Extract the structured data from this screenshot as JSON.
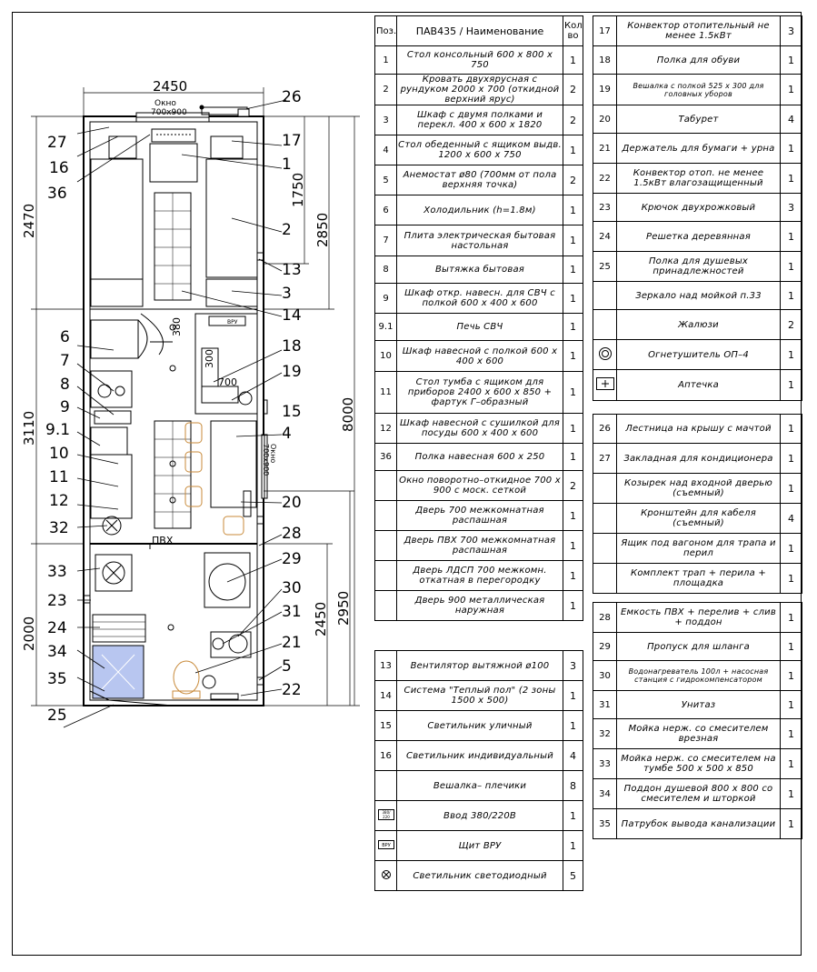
{
  "plan": {
    "dims": {
      "top_width": "2450",
      "left_upper": "2470",
      "left_middle": "3110",
      "left_lower": "2000",
      "right_1750": "1750",
      "right_2850": "2850",
      "right_8000": "8000",
      "right_2450": "2450",
      "right_2950": "2950",
      "inner_380": "380",
      "inner_300": "300",
      "inner_700": "700"
    },
    "window_top": [
      "Окно",
      "700х900"
    ],
    "window_right": [
      "Окно",
      "700х900"
    ],
    "pvh_label": "ПВХ",
    "vru_label": "ВРУ",
    "callouts_left": [
      "27",
      "16",
      "36",
      "6",
      "7",
      "8",
      "9",
      "9.1",
      "10",
      "11",
      "12",
      "32",
      "33",
      "23",
      "24",
      "34",
      "35",
      "25"
    ],
    "callouts_right": [
      "26",
      "17",
      "1",
      "2",
      "13",
      "3",
      "14",
      "18",
      "19",
      "15",
      "4",
      "20",
      "28",
      "29",
      "30",
      "31",
      "21",
      "5",
      "22"
    ]
  },
  "table1": {
    "header": {
      "pos": "Поз.",
      "name": "ПАВ435 / Наименование",
      "qty": "Кол–во"
    },
    "rows": [
      {
        "pos": "1",
        "name": "Стол консольный 600 х 800 х 750",
        "qty": "1"
      },
      {
        "pos": "2",
        "name": "Кровать двухярусная с рундуком 2000 х 700 (откидной верхний ярус)",
        "qty": "2"
      },
      {
        "pos": "3",
        "name": "Шкаф с двумя полками и перекл. 400 х 600 х 1820",
        "qty": "2"
      },
      {
        "pos": "4",
        "name": "Стол обеденный с ящиком выдв. 1200 х 600 х 750",
        "qty": "1"
      },
      {
        "pos": "5",
        "name": "Анемостат ø80 (700мм от пола верхняя точка)",
        "qty": "2"
      },
      {
        "pos": "6",
        "name": "Холодильник (h=1.8м)",
        "qty": "1"
      },
      {
        "pos": "7",
        "name": "Плита электрическая бытовая настольная",
        "qty": "1"
      },
      {
        "pos": "8",
        "name": "Вытяжка бытовая",
        "qty": "1"
      },
      {
        "pos": "9",
        "name": "Шкаф откр. навесн. для СВЧ с полкой 600 х 400 х 600",
        "qty": "1"
      },
      {
        "pos": "9.1",
        "name": "Печь СВЧ",
        "qty": "1"
      },
      {
        "pos": "10",
        "name": "Шкаф навесной с полкой 600 х 400 х 600",
        "qty": "1"
      },
      {
        "pos": "11",
        "name": "Стол тумба с ящиком для приборов 2400 х 600 х 850 + фартук Г–образный",
        "qty": "1"
      },
      {
        "pos": "12",
        "name": "Шкаф навесной с сушилкой для посуды 600 х 400 х 600",
        "qty": "1"
      },
      {
        "pos": "36",
        "name": "Полка навесная 600 х 250",
        "qty": "1"
      },
      {
        "pos": "",
        "name": "Окно поворотно–откидное 700 х 900 с моск. сеткой",
        "qty": "2"
      },
      {
        "pos": "",
        "name": "Дверь 700 межкомнатная распашная",
        "qty": "1"
      },
      {
        "pos": "",
        "name": "Дверь ПВХ 700 межкомнатная распашная",
        "qty": "1"
      },
      {
        "pos": "",
        "name": "Дверь ЛДСП 700 межкомн. откатная в перегородку",
        "qty": "1"
      },
      {
        "pos": "",
        "name": "Дверь 900 металлическая наружная",
        "qty": "1"
      }
    ]
  },
  "table2": {
    "rows": [
      {
        "pos": "13",
        "name": "Вентилятор вытяжной ø100",
        "qty": "3"
      },
      {
        "pos": "14",
        "name": "Система \"Теплый пол\" (2 зоны 1500 х 500)",
        "qty": "1"
      },
      {
        "pos": "15",
        "name": "Светильник уличный",
        "qty": "1"
      },
      {
        "pos": "16",
        "name": "Светильник индивидуальный",
        "qty": "4"
      },
      {
        "pos": "",
        "name": "Вешалка– плечики",
        "qty": "8"
      },
      {
        "pos": "380/220",
        "name": "Ввод 380/220В",
        "qty": "1",
        "icon": "input-panel-icon"
      },
      {
        "pos": "ВРУ",
        "name": "Щит ВРУ",
        "qty": "1",
        "icon": "vru-panel-icon"
      },
      {
        "pos": "",
        "name": "Светильник светодиодный",
        "qty": "5",
        "icon": "led-light-icon"
      }
    ]
  },
  "table3": {
    "rows": [
      {
        "pos": "17",
        "name": "Конвектор отопительный не менее 1.5кВт",
        "qty": "3"
      },
      {
        "pos": "18",
        "name": "Полка для обуви",
        "qty": "1"
      },
      {
        "pos": "19",
        "name": "Вешалка с полкой 525 х 300 для головных уборов",
        "qty": "1",
        "small": true
      },
      {
        "pos": "20",
        "name": "Табурет",
        "qty": "4"
      },
      {
        "pos": "21",
        "name": "Держатель для бумаги + урна",
        "qty": "1"
      },
      {
        "pos": "22",
        "name": "Конвектор отоп. не менее 1.5кВт влагозащищенный",
        "qty": "1"
      },
      {
        "pos": "23",
        "name": "Крючок двухрожковый",
        "qty": "3"
      },
      {
        "pos": "24",
        "name": "Решетка деревянная",
        "qty": "1"
      },
      {
        "pos": "25",
        "name": "Полка для душевых принадлежностей",
        "qty": "1"
      },
      {
        "pos": "",
        "name": "Зеркало над мойкой п.33",
        "qty": "1"
      },
      {
        "pos": "",
        "name": "Жалюзи",
        "qty": "2"
      },
      {
        "pos": "",
        "name": "Огнетушитель ОП–4",
        "qty": "1",
        "icon": "extinguisher-icon"
      },
      {
        "pos": "",
        "name": "Аптечка",
        "qty": "1",
        "icon": "first-aid-icon"
      }
    ]
  },
  "table4": {
    "rows": [
      {
        "pos": "26",
        "name": "Лестница на крышу с мачтой",
        "qty": "1"
      },
      {
        "pos": "27",
        "name": "Закладная для кондиционера",
        "qty": "1"
      },
      {
        "pos": "",
        "name": "Козырек над входной дверью (съемный)",
        "qty": "1"
      },
      {
        "pos": "",
        "name": "Кронштейн для кабеля (съемный)",
        "qty": "4"
      },
      {
        "pos": "",
        "name": "Ящик под вагоном для трапа и перил",
        "qty": "1"
      },
      {
        "pos": "",
        "name": "Комплект трап + перила + площадка",
        "qty": "1"
      }
    ]
  },
  "table5": {
    "rows": [
      {
        "pos": "28",
        "name": "Емкость ПВХ + перелив + слив + поддон",
        "qty": "1"
      },
      {
        "pos": "29",
        "name": "Пропуск для шланга",
        "qty": "1"
      },
      {
        "pos": "30",
        "name": "Водонагреватель 100л + насосная станция с гидрокомпенсатором",
        "qty": "1",
        "small": true
      },
      {
        "pos": "31",
        "name": "Унитаз",
        "qty": "1"
      },
      {
        "pos": "32",
        "name": "Мойка нерж. со смесителем врезная",
        "qty": "1"
      },
      {
        "pos": "33",
        "name": "Мойка нерж. со смесителем на тумбе 500 х 500 х 850",
        "qty": "1"
      },
      {
        "pos": "34",
        "name": "Поддон душевой 800 х 800 со смесителем и шторкой",
        "qty": "1"
      },
      {
        "pos": "35",
        "name": "Патрубок вывода канализации",
        "qty": "1"
      }
    ]
  }
}
